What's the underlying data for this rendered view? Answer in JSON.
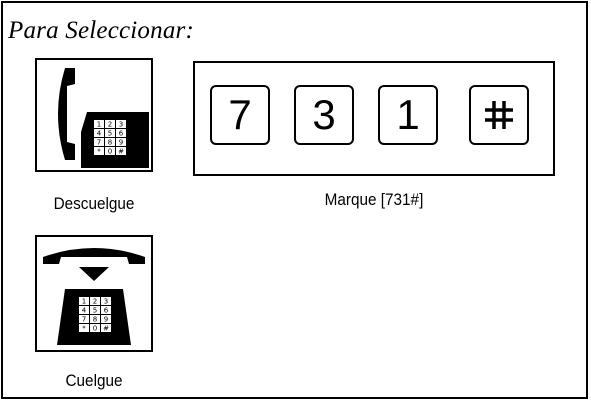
{
  "instruction": {
    "title": "Para Seleccionar:"
  },
  "steps": [
    {
      "caption": "Descuelgue",
      "icon": "phone-handset-off-hook-icon"
    },
    {
      "caption": "Marque [731#]",
      "keys": [
        "7",
        "3",
        "1",
        "#"
      ]
    },
    {
      "caption": "Cuelgue",
      "icon": "phone-handset-on-hook-icon"
    }
  ],
  "keypad": {
    "keys": [
      "1",
      "2",
      "3",
      "4",
      "5",
      "6",
      "7",
      "8",
      "9",
      "*",
      "0",
      "#"
    ]
  }
}
